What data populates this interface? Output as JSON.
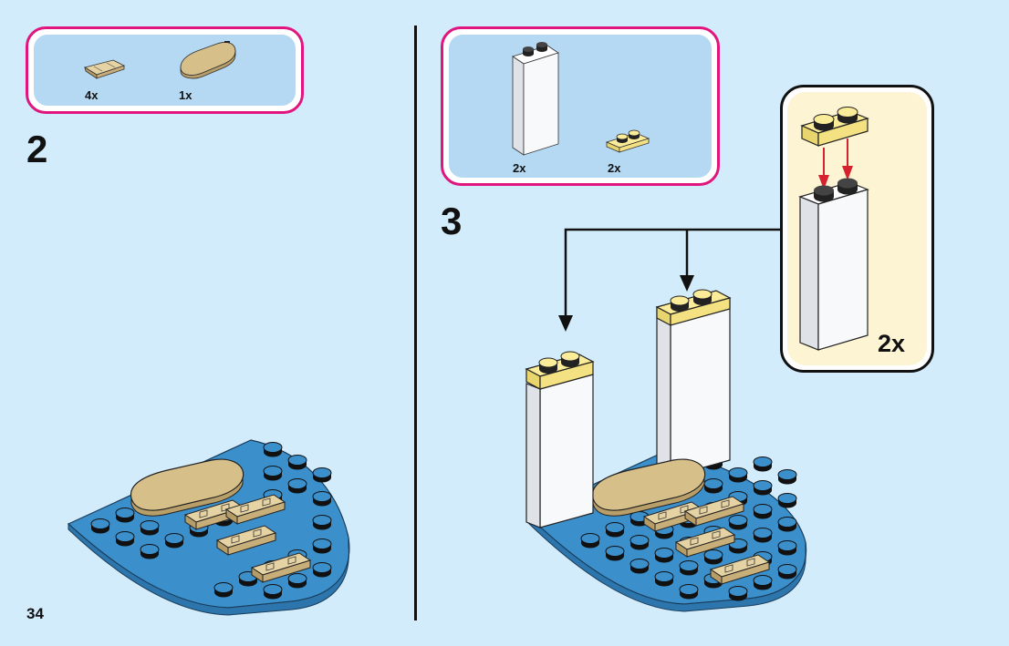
{
  "page": {
    "page_number": "34",
    "background_color": "#d3ecfb",
    "accent_color": "#e0157e"
  },
  "steps": [
    {
      "step_number": "2",
      "parts": [
        {
          "name": "tan 1x2 tile with grille",
          "quantity": "4x",
          "color": "#d7bf8a"
        },
        {
          "name": "tan 2x4 rounded plate",
          "quantity": "1x",
          "color": "#d7bf8a"
        }
      ]
    },
    {
      "step_number": "3",
      "parts": [
        {
          "name": "white 1x2x5 brick",
          "quantity": "2x",
          "color": "#ffffff"
        },
        {
          "name": "bright light yellow 1x2 plate",
          "quantity": "2x",
          "color": "#fbec9a"
        }
      ],
      "callout": {
        "quantity": "2x",
        "arrow_color": "#d6212f"
      }
    }
  ],
  "colors": {
    "baseplate_blue": "#3b8fcb",
    "tan": "#d7bf8a",
    "yellow": "#fbec9a",
    "white_brick": "#f4f6f8"
  }
}
